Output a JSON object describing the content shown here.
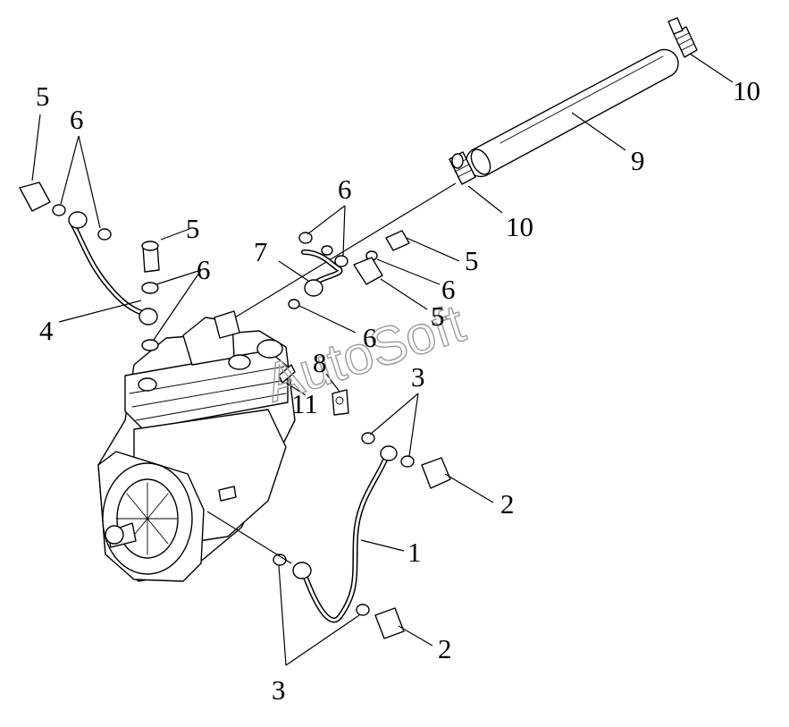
{
  "diagram": {
    "watermark": "AutoSoft",
    "callouts": [
      "1",
      "2",
      "2",
      "3",
      "3",
      "4",
      "5",
      "5",
      "5",
      "5",
      "6",
      "6",
      "6",
      "6",
      "7",
      "8",
      "9",
      "10",
      "10",
      "11"
    ]
  }
}
